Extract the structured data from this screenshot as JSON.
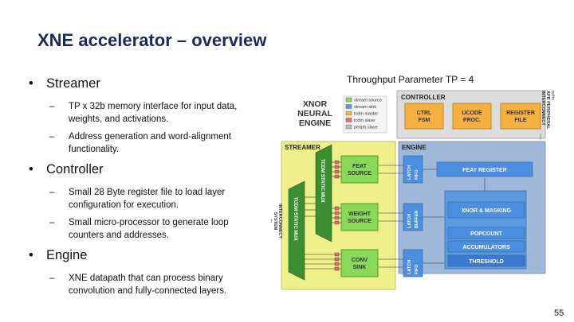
{
  "slide": {
    "title": "XNE accelerator – overview",
    "page_number": "55",
    "throughput": "Throughput Parameter TP = 4"
  },
  "bullets": [
    {
      "label": "Streamer",
      "subs": [
        "TP x 32b memory interface for input data, weights, and activations.",
        "Address generation and word-alignment functionality."
      ]
    },
    {
      "label": "Controller",
      "subs": [
        "Small 28 Byte register file to load layer configuration for execution.",
        "Small micro-processor to generate loop counters and addresses."
      ]
    },
    {
      "label": "Engine",
      "subs": [
        "XNE datapath that can process binary convolution and fully-connected layers."
      ]
    }
  ],
  "diagram": {
    "xne_title": [
      "XNOR",
      "NEURAL",
      "ENGINE"
    ],
    "legend": [
      "stream source",
      "stream sink",
      "tcdm master",
      "tcdm slave",
      "periph slave"
    ],
    "controller_label": "CONTROLLER",
    "ctrl_fsm": [
      "CTRL",
      "FSM"
    ],
    "ucode_proc": [
      "UCODE",
      "PROC."
    ],
    "register_file": [
      "REGISTER",
      "FILE"
    ],
    "apb_label": [
      "to/fm",
      "APB PERIPHERAL",
      "INTERCONNECT"
    ],
    "streamer_label": "STREAMER",
    "engine_label": "ENGINE",
    "feat_source": [
      "FEAT",
      "SOURCE"
    ],
    "weight_source": [
      "WEIGHT",
      "SOURCE"
    ],
    "conv_sink": [
      "CONV",
      "SINK"
    ],
    "mux1": "TCDM STATIC MUX",
    "mux2": "TCDM STATIC MUX",
    "system_interconnect": [
      "to",
      "SYSTEM",
      "INTERCONNECT"
    ],
    "latch_fifo": [
      "LATCH",
      "FIFO"
    ],
    "latch_buffer": [
      "LATCH",
      "BUFFER"
    ],
    "feat_register": "FEAT REGISTER",
    "xnor_masking": "XNOR & MASKING",
    "popcount": "POPCOUNT",
    "accumulators": "ACCUMULATORS",
    "threshold": "THRESHOLD",
    "colors": {
      "controller_bg": "#dcdcdc",
      "ctrl_block": "#f5b040",
      "streamer_bg": "#f0f08a",
      "stream_block": "#88d85a",
      "engine_bg": "#9fb8d8",
      "engine_block": "#4c8ee0",
      "mux": "#3b8f30"
    }
  }
}
